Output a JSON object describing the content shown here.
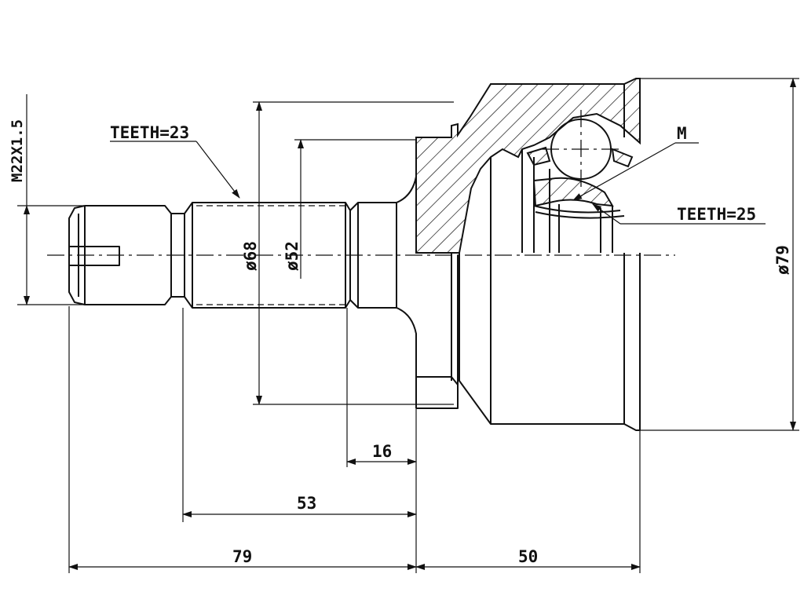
{
  "labels": {
    "thread": "M22X1.5",
    "teeth_shaft": "TEETH=23",
    "teeth_inner": "TEETH=25",
    "marker_m": "M",
    "dia_68": "ø68",
    "dia_52": "ø52",
    "dia_79": "ø79"
  },
  "dimensions": {
    "d16": "16",
    "d53": "53",
    "d79": "79",
    "d50": "50"
  }
}
